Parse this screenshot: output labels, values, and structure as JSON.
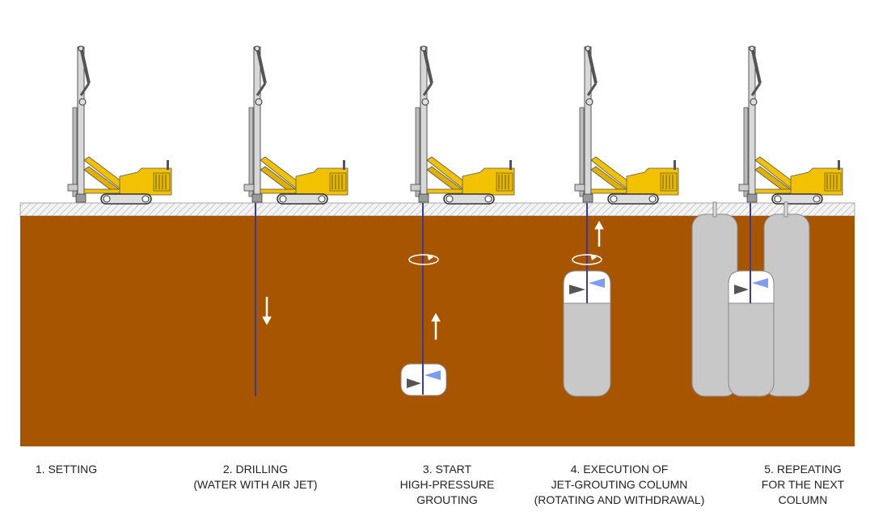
{
  "colors": {
    "soil": "#a85500",
    "rig": "#f2c200",
    "column": "#c8c8c8",
    "rod": "#3a3aa0",
    "nozzle": "#7f9df0"
  },
  "steps": [
    {
      "lines": [
        "1. SETTING"
      ]
    },
    {
      "lines": [
        "2. DRILLING",
        "(WATER WITH AIR JET)"
      ]
    },
    {
      "lines": [
        "3. START",
        "HIGH-PRESSURE",
        "GROUTING"
      ]
    },
    {
      "lines": [
        "4. EXECUTION OF",
        "JET-GROUTING COLUMN",
        "(ROTATING AND WITHDRAWAL)"
      ]
    },
    {
      "lines": [
        "5. REPEATING",
        "FOR THE NEXT",
        "COLUMN"
      ]
    }
  ]
}
